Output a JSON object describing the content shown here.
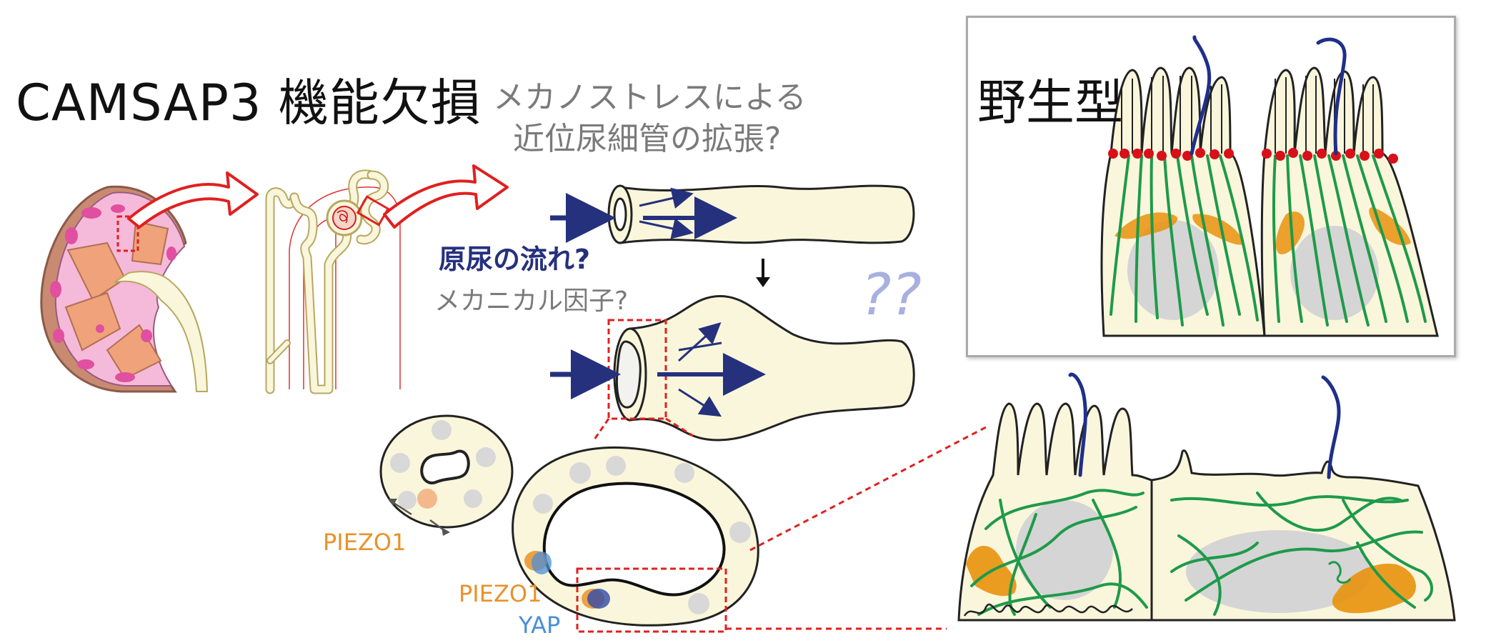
{
  "title": "CAMSAP3 機能欠損",
  "question": {
    "line1": "メカノストレスによる",
    "line2": "近位尿細管の拡張?"
  },
  "flow_label": "原尿の流れ?",
  "mechanical_label": "メカニカル因子?",
  "wildtype_label": "野生型",
  "labels": {
    "piezo1_small": "PIEZO1",
    "piezo1_large": "PIEZO1",
    "yap": "YAP"
  },
  "question_marks": "??",
  "colors": {
    "kidney_pink": "#f5b9da",
    "kidney_dark": "#e04fa0",
    "kidney_orange": "#f0a27a",
    "tubule_cream": "#faf6dc",
    "red_arrow": "#e02020",
    "navy_arrow": "#25317d",
    "microtubule_green": "#1e9a4a",
    "golgi_orange": "#e8920c",
    "cilium_navy": "#1f2f8a",
    "apical_red": "#d8101a",
    "nucleus_grey": "#d5d5d5",
    "piezo_orange": "#e8922a",
    "yap_blue": "#4a8fd8",
    "question_lilac": "#a8b0e0"
  }
}
